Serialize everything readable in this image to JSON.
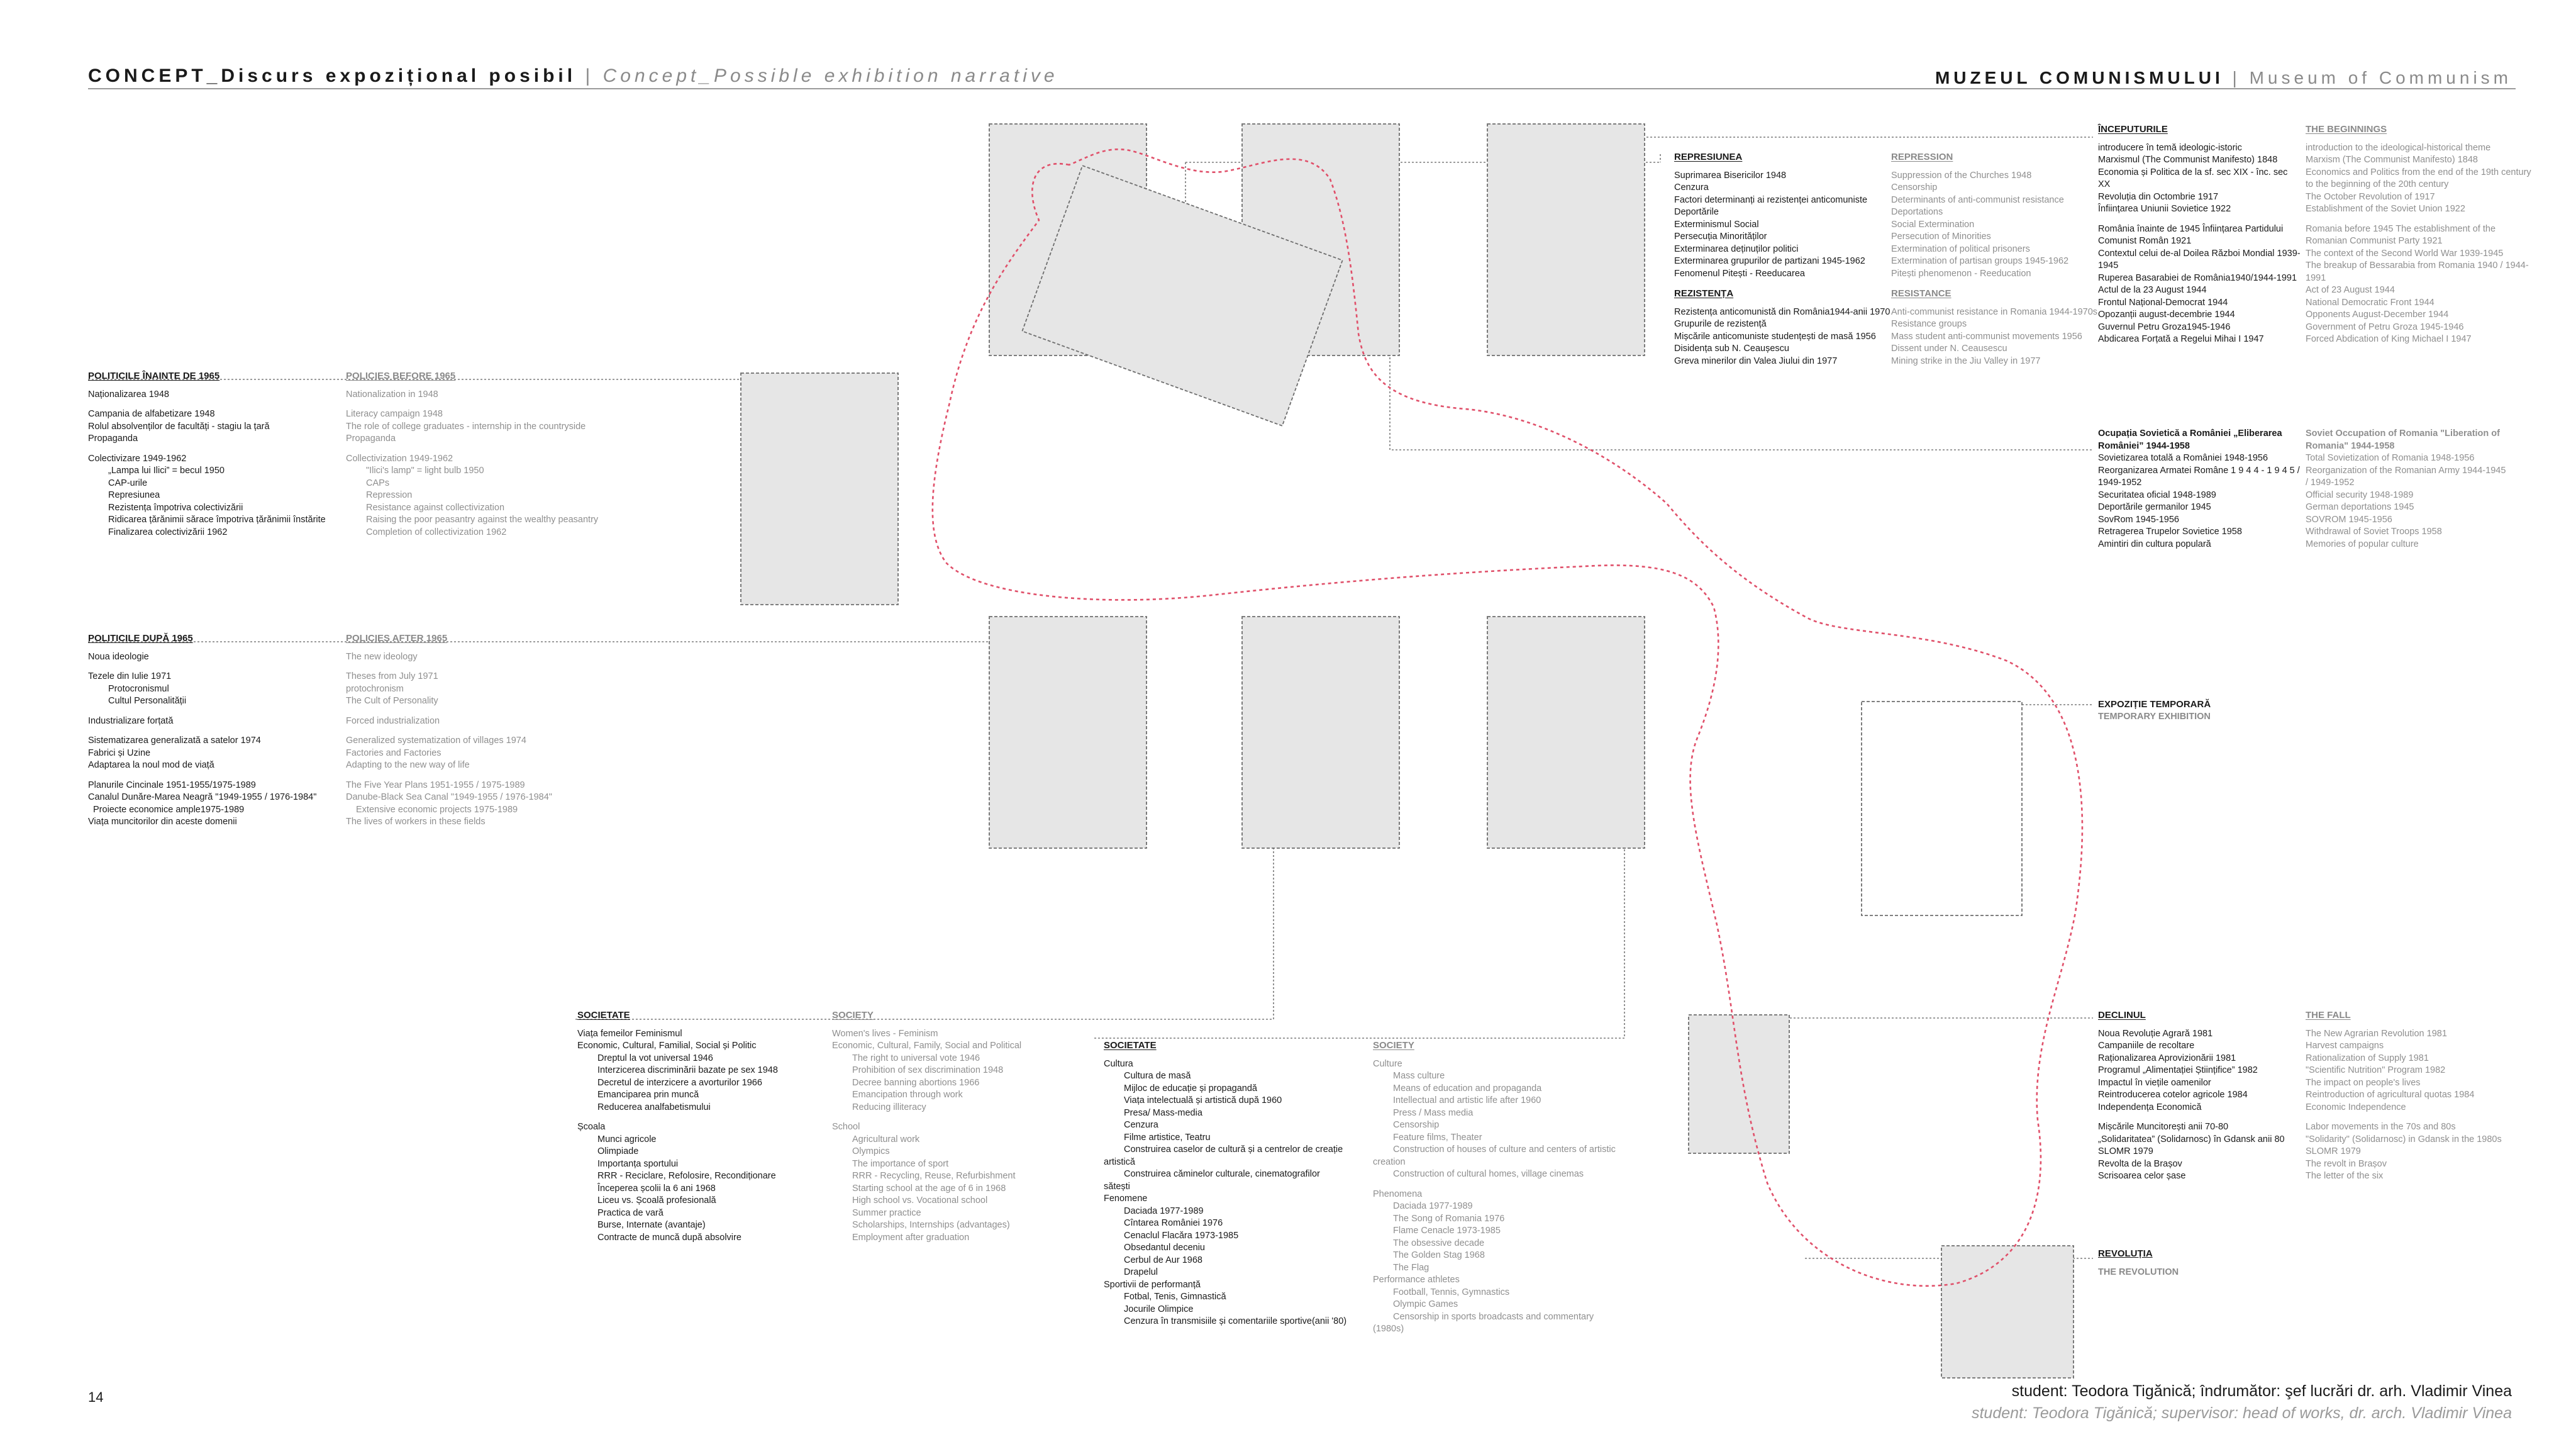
{
  "header": {
    "title_ro": "CONCEPT_Discurs expozițional posibil",
    "separator": "|",
    "title_en": "Concept_Possible exhibition narrative",
    "museum_ro": "MUZEUL COMUNISMULUI",
    "museum_en": "Museum of Communism"
  },
  "footer": {
    "page_number": "14",
    "credit_ro": "student: Teodora Tigănică; îndrumător: şef lucrări dr. arh. Vladimir Vinea",
    "credit_en": "student: Teodora Tigănică; supervisor: head of works, dr. arch. Vladimir Vinea"
  },
  "colors": {
    "route": "#e0506a",
    "room_fill": "#e6e6e6",
    "room_border": "#6e6e6e",
    "connector": "#7a7a7a"
  },
  "sections": {
    "policies_before": {
      "ro": {
        "heading": "POLITICILE ÎNAINTE DE 1965",
        "items": [
          "Naționalizarea    1948",
          "",
          "Campania de alfabetizare   1948",
          "Rolul absolvenților de facultăți - stagiu la țară",
          "Propaganda",
          "",
          "Colectivizare       1949-1962",
          "    „Lampa lui Ilici” = becul        1950",
          "    CAP-urile",
          "    Represiunea",
          "    Rezistența împotriva colectivizării",
          "    Ridicarea țărănimii sărace împotriva țărănimii înstărite",
          "    Finalizarea colectivizării       1962"
        ]
      },
      "en": {
        "heading": "POLICIES BEFORE 1965",
        "items": [
          "Nationalization in 1948",
          "",
          "Literacy campaign 1948",
          "The role of college graduates - internship in the countryside",
          "Propaganda",
          "",
          "Collectivization 1949-1962",
          "    \"Ilici's lamp\" = light bulb 1950",
          "    CAPs",
          "    Repression",
          "    Resistance against collectivization",
          "    Raising the poor peasantry against the wealthy peasantry",
          "    Completion of collectivization 1962"
        ]
      }
    },
    "policies_after": {
      "ro": {
        "heading": "POLITICILE DUPĂ 1965",
        "items": [
          "Noua ideologie",
          "",
          "Tezele din Iulie   1971",
          "    Protocronismul",
          "    Cultul Personalității",
          "",
          "Industrializare forțată",
          "",
          "Sistematizarea generalizată a satelor   1974",
          "Fabrici și Uzine",
          "Adaptarea la noul mod de viață",
          "",
          "Planurile Cincinale     1951-1955/1975-1989",
          "Canalul Dunăre-Marea Neagră    \"1949-1955 / 1976-1984\"",
          " Proiecte economice ample1975-1989",
          "Viața muncitorilor din aceste domenii"
        ]
      },
      "en": {
        "heading": "POLICIES AFTER 1965",
        "items": [
          "The new ideology",
          "",
          "Theses from July 1971",
          "protochronism",
          "The Cult of Personality",
          "",
          "Forced industrialization",
          "",
          "Generalized systematization of villages 1974",
          "Factories and Factories",
          "Adapting to the new way of life",
          "",
          "The Five Year Plans 1951-1955 / 1975-1989",
          "Danube-Black Sea Canal \"1949-1955 / 1976-1984\"",
          "  Extensive economic projects 1975-1989",
          "The lives of workers in these fields"
        ]
      }
    },
    "society_1": {
      "ro": {
        "heading": "SOCIETATE",
        "items": [
          "Viața femeilor   Feminismul",
          "Economic, Cultural, Familial, Social și Politic",
          "    Dreptul la vot universal      1946",
          "    Interzicerea discriminării bazate pe sex         1948",
          "    Decretul de interzicere a avorturilor    1966",
          "    Emanciparea prin muncă",
          "    Reducerea analfabetismului",
          "",
          "Școala",
          "    Munci agricole",
          "    Olimpiade",
          "    Importanța sportului",
          "    RRR - Reciclare, Refolosire, Recondiționare",
          "    Începerea școlii la 6 ani       1968",
          "    Liceu vs. Școală profesională",
          "    Practica de vară",
          "    Burse, Internate (avantaje)",
          "    Contracte de muncă după absolvire"
        ]
      },
      "en": {
        "heading": "SOCIETY",
        "items": [
          "Women's lives - Feminism",
          "Economic, Cultural, Family, Social and Political",
          "    The right to universal vote 1946",
          "    Prohibition of sex discrimination 1948",
          "    Decree banning abortions 1966",
          "    Emancipation through work",
          "    Reducing illiteracy",
          "",
          "School",
          "    Agricultural work",
          "    Olympics",
          "    The importance of sport",
          "    RRR - Recycling, Reuse, Refurbishment",
          "    Starting school at the age of 6 in 1968",
          "    High school vs. Vocational school",
          "    Summer practice",
          "    Scholarships, Internships (advantages)",
          "    Employment after graduation"
        ]
      }
    },
    "society_2": {
      "ro": {
        "heading": "SOCIETATE",
        "items": [
          "Cultura",
          "    Cultura de masă",
          "    Mijloc de educație și propagandă",
          "    Viața intelectuală și artistică        după 1960",
          "    Presa/ Mass-media",
          "    Cenzura",
          "    Filme artistice, Teatru",
          "    Construirea caselor de cultură și a centrelor de creație",
          "artistică",
          "    Construirea      căminelor      culturale,      cinematografilor",
          "sătești",
          "Fenomene",
          "    Daciada     1977-1989",
          "    Cîntarea României      1976",
          "    Cenaclul Flacăra        1973-1985",
          "    Obsedantul deceniu",
          "    Cerbul de Aur      1968",
          "    Drapelul",
          "Sportivii de performanță",
          "    Fotbal, Tenis, Gimnastică",
          "    Jocurile Olimpice",
          "    Cenzura în transmisiile și comentariile sportive(anii '80)"
        ]
      },
      "en": {
        "heading": "SOCIETY",
        "items": [
          "Culture",
          "    Mass culture",
          "    Means of education and propaganda",
          "    Intellectual and artistic life after 1960",
          "    Press / Mass media",
          "    Censorship",
          "    Feature films, Theater",
          "    Construction of houses of culture and centers of artistic",
          "creation",
          "    Construction of cultural homes, village cinemas",
          "",
          "Phenomena",
          "    Daciada 1977-1989",
          "    The Song of Romania 1976",
          "    Flame Cenacle 1973-1985",
          "    The obsessive decade",
          "    The Golden Stag 1968",
          "    The Flag",
          "Performance athletes",
          "    Football, Tennis, Gymnastics",
          "    Olympic Games",
          "    Censorship   in   sports   broadcasts   and   commentary",
          "(1980s)"
        ]
      }
    },
    "repression": {
      "ro": {
        "heading": "REPRESIUNEA",
        "items": [
          "Suprimarea Bisericilor        1948",
          "Cenzura",
          "Factori determinanți ai rezistenței anticomuniste",
          "Deportările",
          "Exterminismul Social",
          "Persecuția Minorităților",
          "Exterminarea deținuților politici",
          "Exterminarea grupurilor de partizani     1945-1962",
          "Fenomenul Pitești - Reeducarea"
        ],
        "heading2": "REZISTENȚA",
        "items2": [
          "Rezistența anticomunistă din România1944-anii 1970",
          "Grupurile de rezistență",
          "Mișcările anticomuniste studențești de masă      1956",
          "Disidența sub N. Ceaușescu",
          "Greva minerilor din Valea Jiului din 1977"
        ]
      },
      "en": {
        "heading": "REPRESSION",
        "items": [
          "Suppression of the Churches 1948",
          "Censorship",
          "Determinants of anti-communist resistance",
          "Deportations",
          "Social Extermination",
          "Persecution of Minorities",
          "Extermination of political prisoners",
          "Extermination of partisan groups 1945-1962",
          "Pitești phenomenon - Reeducation"
        ],
        "heading2": "RESISTANCE",
        "items2": [
          "Anti-communist resistance in Romania 1944-1970s",
          "Resistance groups",
          "Mass student anti-communist movements 1956",
          "Dissent under N. Ceausescu",
          "Mining strike in the Jiu Valley in 1977"
        ]
      }
    },
    "beginnings": {
      "ro": {
        "heading": "ÎNCEPUTURILE",
        "items": [
          "introducere în temă ideologic-istoric",
          "Marxismul (The Communist Manifesto)      1848",
          "Economia și Politica de la sf. sec XIX - înc. sec",
          "XX",
          "Revoluția din Octombrie      1917",
          "Înființarea Uniunii Sovietice 1922",
          "",
          "România înainte de 1945   Înființarea      Partidului",
          "Comunist Român       1921",
          "Contextul celui de-al Doilea Război Mondial 1939-",
          "1945",
          "Ruperea Basarabiei de România1940/1944-1991",
          "Actul de la 23 August 1944",
          "Frontul Național-Democrat 1944",
          "Opozanții   august-decembrie 1944",
          "Guvernul Petru Groza1945-1946",
          "Abdicarea Forțată a Regelui Mihai I      1947"
        ]
      },
      "en": {
        "heading": "THE BEGINNINGS",
        "items": [
          "introduction to the ideological-historical theme",
          "Marxism (The Communist Manifesto) 1848",
          "Economics and Politics from the end of the 19th century",
          "to the beginning of the 20th century",
          "The October Revolution of 1917",
          "Establishment of the Soviet Union 1922",
          "",
          "Romania  before  1945  The  establishment  of  the",
          "Romanian Communist Party 1921",
          "The context of the Second World War 1939-1945",
          "The breakup of Bessarabia from Romania 1940 / 1944-",
          "1991",
          "Act of 23 August 1944",
          "National Democratic Front 1944",
          "Opponents August-December 1944",
          "Government of Petru Groza 1945-1946",
          "Forced Abdication of King Michael I 1947"
        ]
      }
    },
    "soviet_occupation": {
      "ro": {
        "heading": "Ocupația   Sovietică   a   României   „Eliberarea",
        "heading_b": "României”                     1944-1958",
        "items": [
          "Sovietizarea totală a României       1948-1956",
          "Reorganizarea Armatei Române 1 9 4 4 - 1 9 4 5 /",
          "1949-1952",
          "Securitatea        oficial 1948-1989",
          "Deportările germanilor        1945",
          "SovRom     1945-1956",
          "Retragerea Trupelor Sovietice       1958",
          "Amintiri din cultura populară"
        ]
      },
      "en": {
        "heading": "Soviet  Occupation  of  Romania  \"Liberation  of",
        "heading_b": "Romania\" 1944-1958",
        "items": [
          "Total Sovietization of Romania 1948-1956",
          "Reorganization of the Romanian Army 1944-1945",
          "/ 1949-1952",
          "Official security 1948-1989",
          "German deportations 1945",
          "SOVROM 1945-1956",
          "Withdrawal of Soviet Troops 1958",
          "Memories of popular culture"
        ]
      }
    },
    "temporary": {
      "ro": "EXPOZIȚIE TEMPORARĂ",
      "en": "TEMPORARY EXHIBITION"
    },
    "fall": {
      "ro": {
        "heading": "DECLINUL",
        "items": [
          "Noua Revoluție Agrară         1981",
          "Campaniile de recoltare",
          "Raționalizarea Aprovizionării        1981",
          "Programul „Alimentației Științifice”        1982",
          "Impactul în viețile oamenilor",
          "Reintroducerea cotelor agricole     1984",
          "Independența Economică",
          "",
          "Mișcările Muncitorești anii 70-80",
          "„Solidaritatea” (Solidarnosc) în Gdansk        anii 80",
          "SLOMR      1979",
          "Revolta de la Brașov",
          "Scrisoarea celor șase"
        ]
      },
      "en": {
        "heading": "THE FALL",
        "items": [
          "The New Agrarian Revolution 1981",
          "Harvest campaigns",
          "Rationalization of Supply 1981",
          "\"Scientific Nutrition\" Program 1982",
          "The impact on people's lives",
          "Reintroduction of agricultural quotas 1984",
          "Economic Independence",
          "",
          "Labor movements in the 70s and 80s",
          "\"Solidarity\" (Solidarnosc) in Gdansk in the 1980s",
          "SLOMR 1979",
          "The revolt in Brașov",
          "The letter of the six"
        ]
      }
    },
    "revolution": {
      "ro": "REVOLUȚIA",
      "en": "THE REVOLUTION"
    }
  }
}
